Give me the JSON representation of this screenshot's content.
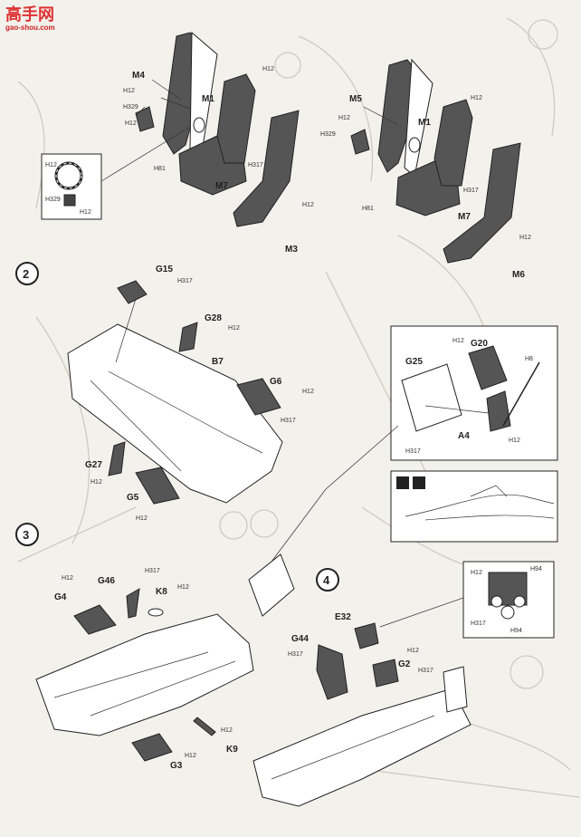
{
  "watermark": {
    "line1": "高手网",
    "line2": "gao-shou.com"
  },
  "steps": {
    "s2": "2",
    "s3": "3",
    "s4": "4"
  },
  "seat_left": {
    "M4": "M4",
    "M1": "M1",
    "M7": "M7",
    "M3": "M3",
    "h1": "H12",
    "h2": "H12",
    "h3": "H329",
    "h4": "H12",
    "h5": "H81",
    "h6": "H317",
    "h7": "H12"
  },
  "seat_right": {
    "M5": "M5",
    "M1": "M1",
    "M7": "M7",
    "M6": "M6",
    "h1": "H12",
    "h2": "H12",
    "h3": "H329",
    "h4": "H81",
    "h5": "H317",
    "h6": "H12"
  },
  "inset_ring": {
    "h1": "H12",
    "h2": "H329",
    "h3": "H12"
  },
  "step2": {
    "G15": "G15",
    "G28": "G28",
    "B7": "B7",
    "G6": "G6",
    "G27": "G27",
    "G5": "G5",
    "h_g15": "H317",
    "h_g28": "H12",
    "h_g6": "H12",
    "h_b7": "H317",
    "h_g27": "H12",
    "h_g5": "H12"
  },
  "step3": {
    "G4": "G4",
    "G46": "G46",
    "K8": "K8",
    "K9": "K9",
    "G3": "G3",
    "h_g4": "H12",
    "h_g46": "H317",
    "h_k8": "H12",
    "h_k9": "H12",
    "h_g3": "H12"
  },
  "panel_inset": {
    "G20": "G20",
    "G25": "G25",
    "A4": "A4",
    "h_g20": "H12",
    "h_8": "H8",
    "h_a4": "H12",
    "h_g25": "H317"
  },
  "step4": {
    "E32": "E32",
    "G44": "G44",
    "G2": "G2",
    "h_e32": "H12",
    "h_g44": "H317",
    "h_g2": "H317",
    "h_c1": "H12",
    "h_c2": "H94",
    "h_c3": "H317",
    "h_c4": "H94"
  }
}
